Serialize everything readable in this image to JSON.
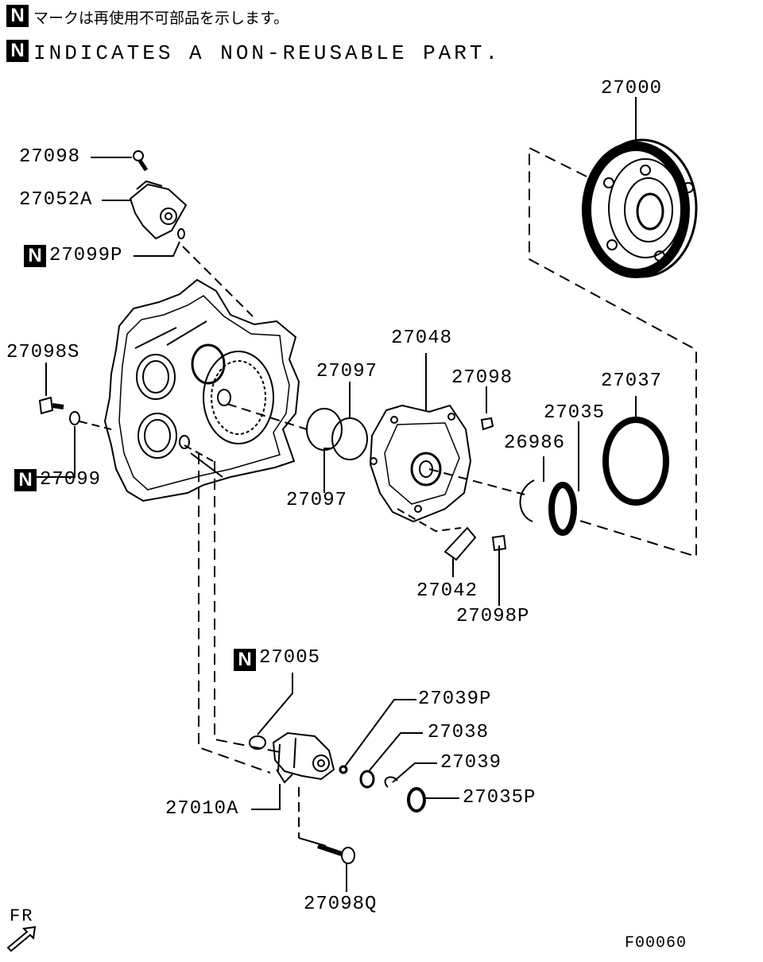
{
  "notes": {
    "badge": "N",
    "japanese": "マークは再使用不可部品を示します。",
    "english": "INDICATES A NON-REUSABLE PART."
  },
  "parts": {
    "p27000": "27000",
    "p27098_top": "27098",
    "p27052A": "27052A",
    "p27099P": "27099P",
    "p27098S": "27098S",
    "p27099": "27099",
    "p27048": "27048",
    "p27097_upper": "27097",
    "p27097_lower": "27097",
    "p27098_mid": "27098",
    "p27037": "27037",
    "p27035": "27035",
    "p26986": "26986",
    "p27042": "27042",
    "p27098P": "27098P",
    "p27005": "27005",
    "p27039P": "27039P",
    "p27038": "27038",
    "p27039": "27039",
    "p27035P": "27035P",
    "p27010A": "27010A",
    "p27098Q": "27098Q"
  },
  "orientation": {
    "label": "FR"
  },
  "figure_code": "F00060"
}
